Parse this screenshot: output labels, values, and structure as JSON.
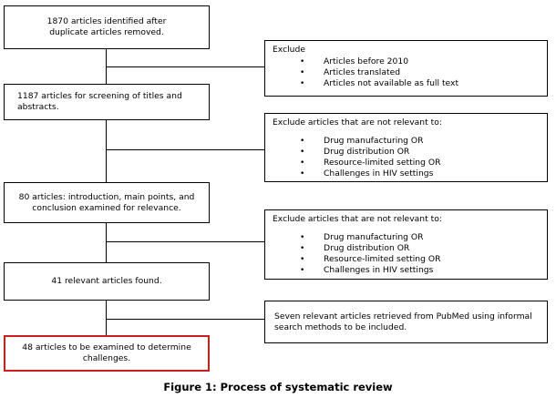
{
  "main_boxes": [
    {
      "text": "1870 articles identified after duplicate articles removed."
    },
    {
      "text": "1187 articles for screening of titles and abstracts."
    },
    {
      "text": "80 articles: introduction, main points, and conclusion examined for relevance."
    },
    {
      "text": "41 relevant articles found."
    },
    {
      "text": "48 articles to be examined to determine challenges.",
      "border_color": "#d21b1b"
    }
  ],
  "side_boxes": [
    {
      "title": "Exclude",
      "items": [
        "Articles before 2010",
        "Articles translated",
        "Articles not available as full text"
      ]
    },
    {
      "title": "Exclude articles that are not relevant to:",
      "items": [
        "Drug manufacturing OR",
        "Drug distribution OR",
        "Resource-limited setting OR",
        "Challenges in HIV settings"
      ]
    },
    {
      "title": "Exclude articles that are not relevant to:",
      "items": [
        "Drug manufacturing OR",
        "Drug distribution OR",
        "Resource-limited setting OR",
        "Challenges in HIV settings"
      ]
    },
    {
      "title": "Seven relevant articles retrieved from PubMed using informal search methods to be included."
    }
  ],
  "caption": "Figure 1: Process of systematic review"
}
